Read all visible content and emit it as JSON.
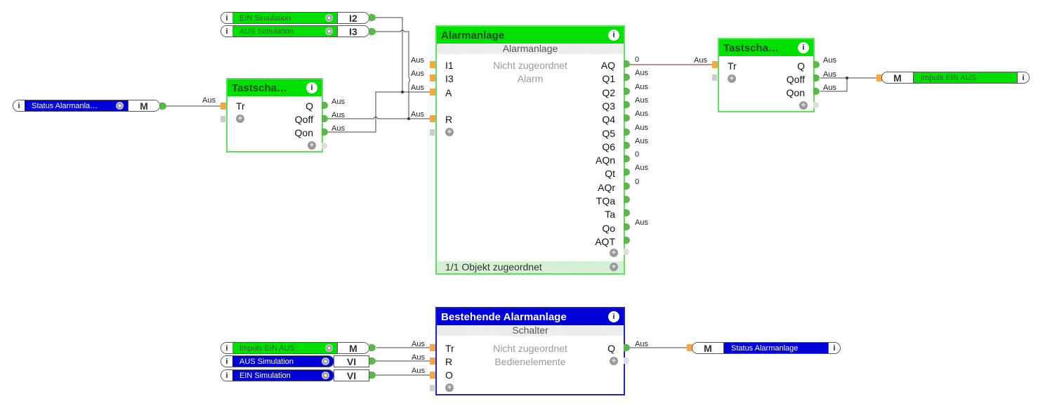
{
  "wire_label": "Aus",
  "tags": {
    "ein_sim_top": {
      "name": "EIN Simulation",
      "type": "I2",
      "color": "#00e000"
    },
    "aus_sim_top": {
      "name": "AUS Simulation",
      "type": "I3",
      "color": "#00e000"
    },
    "status_left": {
      "name": "Status Alarmanla…",
      "type": "M",
      "color": "#0000d8"
    },
    "impuls_right": {
      "name": "Impuls EIN AUS",
      "type": "M",
      "color": "#00e000"
    },
    "impuls_bottom": {
      "name": "Impuls EIN AUS",
      "type": "M",
      "color": "#00e000"
    },
    "aus_sim_bottom": {
      "name": "AUS Simulation",
      "type": "VI",
      "color": "#0000d8"
    },
    "ein_sim_bottom": {
      "name": "EIN Simulation",
      "type": "VI",
      "color": "#0000d8"
    },
    "status_bottom_right": {
      "name": "Status Alarmanlage",
      "type": "M",
      "color": "#0000d8"
    }
  },
  "info_glyph": "i",
  "blocks": {
    "tast_left": {
      "title": "Tastscha…",
      "inputs": [
        "Tr"
      ],
      "outputs": [
        "Q",
        "Qoff",
        "Qon"
      ],
      "output_values": [
        "Aus",
        "Aus",
        "Aus"
      ],
      "input_values": [
        "Aus"
      ]
    },
    "alarm": {
      "title": "Alarmanlage",
      "subtitle": "Alarmanlage",
      "mid_lines": [
        "Nicht zugeordnet",
        "Alarm"
      ],
      "inputs": [
        "I1",
        "I3",
        "A",
        "",
        "R"
      ],
      "input_values": [
        "Aus",
        "Aus",
        "Aus",
        "",
        "Aus"
      ],
      "outputs": [
        "AQ",
        "Q1",
        "Q2",
        "Q3",
        "Q4",
        "Q5",
        "Q6",
        "AQn",
        "Qt",
        "AQr",
        "TQa",
        "Ta",
        "Qo",
        "AQT"
      ],
      "output_values": [
        "0",
        "Aus",
        "Aus",
        "Aus",
        "Aus",
        "Aus",
        "Aus",
        "0",
        "Aus",
        "0",
        "",
        "",
        "Aus",
        ""
      ],
      "footer": "1/1 Objekt zugeordnet"
    },
    "tast_right": {
      "title": "Tastscha…",
      "inputs": [
        "Tr"
      ],
      "input_values": [
        "Aus"
      ],
      "outputs": [
        "Q",
        "Qoff",
        "Qon"
      ],
      "output_values": [
        "Aus",
        "Aus",
        "Aus"
      ]
    },
    "bestehende": {
      "title": "Bestehende Alarmanlage",
      "subtitle": "Schalter",
      "mid_lines": [
        "Nicht zugeordnet",
        "Bedienelemente"
      ],
      "inputs": [
        "Tr",
        "R",
        "O"
      ],
      "input_values": [
        "Aus",
        "Aus",
        "Aus"
      ],
      "outputs": [
        "Q"
      ],
      "output_values": [
        "Aus"
      ]
    }
  },
  "colors": {
    "green_header": "#00e000",
    "blue_header": "#0000d8",
    "wire": "#444444",
    "analog_wire": "#8b1a1a",
    "input_connector": "#f5a742",
    "output_connector": "#5ab84a"
  }
}
